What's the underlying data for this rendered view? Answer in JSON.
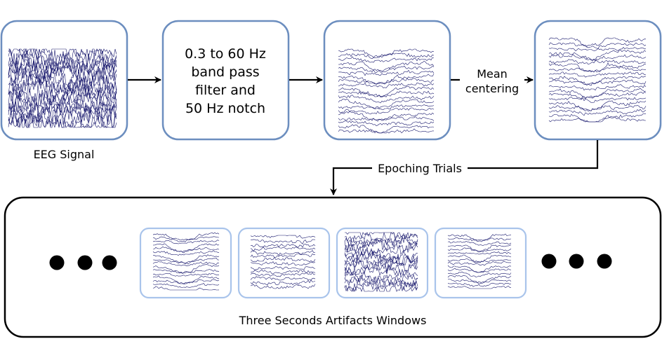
{
  "nodes": {
    "eeg_caption": "EEG Signal",
    "filter_lines": [
      "0.3 to 60 Hz",
      "band pass",
      "filter and",
      "50 Hz notch"
    ]
  },
  "edges": {
    "mean_centering": [
      "Mean",
      "centering"
    ],
    "epoching": "Epoching Trials"
  },
  "windows_container": {
    "caption": "Three Seconds Artifacts Windows",
    "window_count": 4
  },
  "colors": {
    "node_border": "#6c8ebf",
    "window_border": "#a9c4eb",
    "signal_ink": "#1a1a6e",
    "arrow": "#000000"
  }
}
